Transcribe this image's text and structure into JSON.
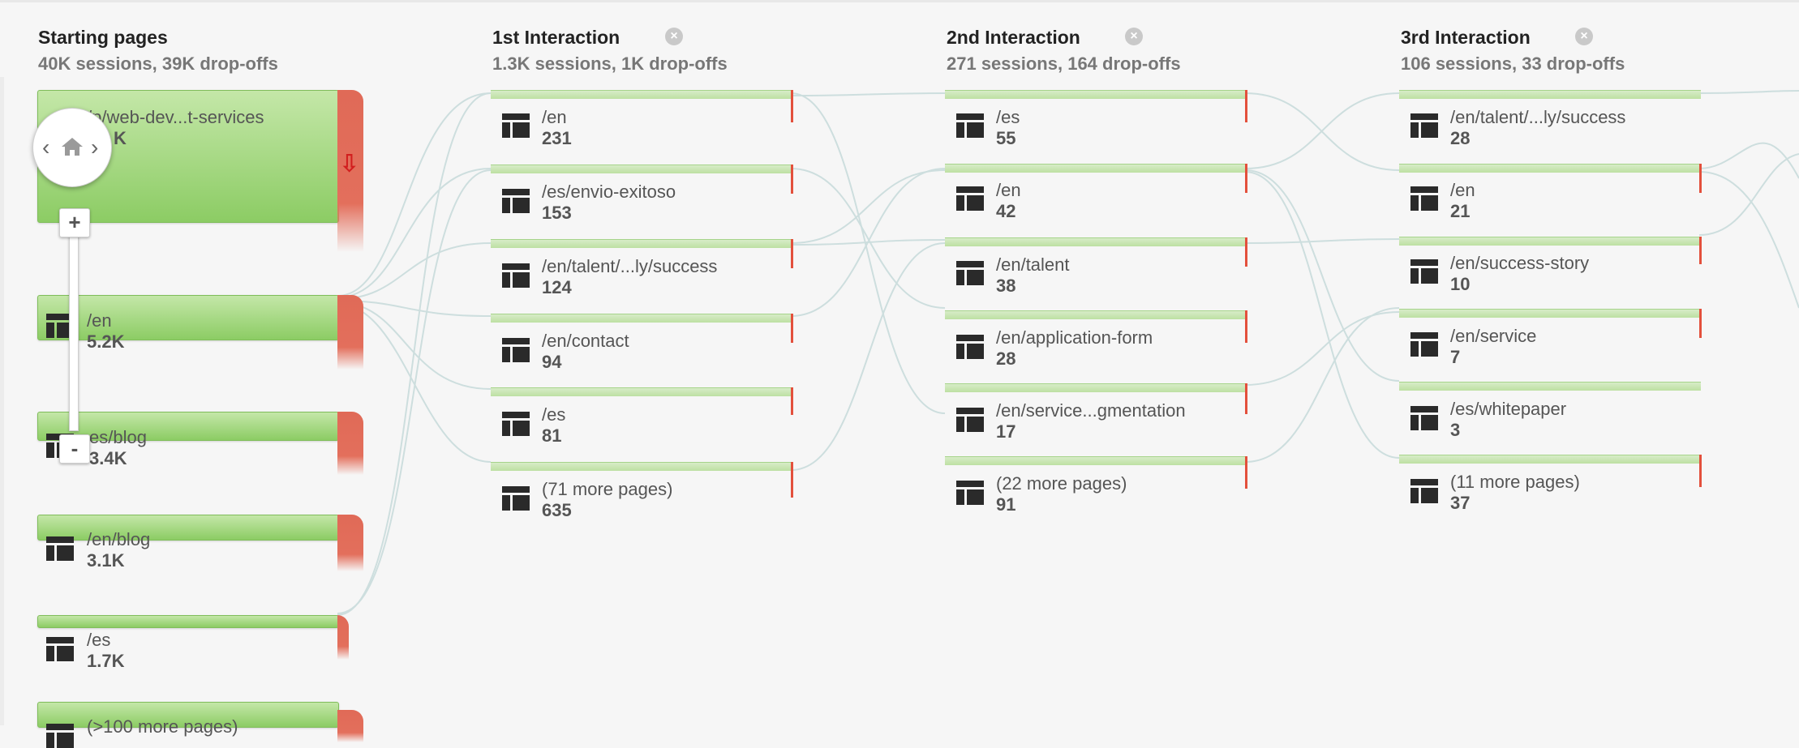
{
  "columns": {
    "starting": {
      "title": "Starting pages",
      "subtitle": "40K sessions, 39K drop-offs"
    },
    "first": {
      "title": "1st Interaction",
      "subtitle": "1.3K sessions, 1K drop-offs",
      "close_icon": "×"
    },
    "second": {
      "title": "2nd Interaction",
      "subtitle": "271 sessions, 164 drop-offs",
      "close_icon": "×"
    },
    "third": {
      "title": "3rd Interaction",
      "subtitle": "106 sessions, 33 drop-offs",
      "close_icon": "×"
    }
  },
  "starting_nodes": [
    {
      "name": "/p/web-dev...t-services",
      "count": "K"
    },
    {
      "name": "/en",
      "count": "5.2K"
    },
    {
      "name": "es/blog",
      "count": "3.4K"
    },
    {
      "name": "/en/blog",
      "count": "3.1K"
    },
    {
      "name": "/es",
      "count": "1.7K"
    },
    {
      "name": "(>100 more pages)",
      "count": ""
    }
  ],
  "first_nodes": [
    {
      "name": "/en",
      "count": "231"
    },
    {
      "name": "/es/envio-exitoso",
      "count": "153"
    },
    {
      "name": "/en/talent/...ly/success",
      "count": "124"
    },
    {
      "name": "/en/contact",
      "count": "94"
    },
    {
      "name": "/es",
      "count": "81"
    },
    {
      "name": "(71 more pages)",
      "count": "635"
    }
  ],
  "second_nodes": [
    {
      "name": "/es",
      "count": "55"
    },
    {
      "name": "/en",
      "count": "42"
    },
    {
      "name": "/en/talent",
      "count": "38"
    },
    {
      "name": "/en/application-form",
      "count": "28"
    },
    {
      "name": "/en/service...gmentation",
      "count": "17"
    },
    {
      "name": "(22 more pages)",
      "count": "91"
    }
  ],
  "third_nodes": [
    {
      "name": "/en/talent/...ly/success",
      "count": "28"
    },
    {
      "name": "/en",
      "count": "21"
    },
    {
      "name": "/en/success-story",
      "count": "10"
    },
    {
      "name": "/en/service",
      "count": "7"
    },
    {
      "name": "/es/whitepaper",
      "count": "3"
    },
    {
      "name": "(11 more pages)",
      "count": "37"
    }
  ],
  "controls": {
    "prev": "‹",
    "next": "›",
    "zoom_in": "+",
    "zoom_out": "-",
    "drop_arrow": "⇩"
  },
  "colors": {
    "node_green": "#8ccc64",
    "dropoff_red": "#e36f5c",
    "flow_line": "#c9dcdc"
  }
}
